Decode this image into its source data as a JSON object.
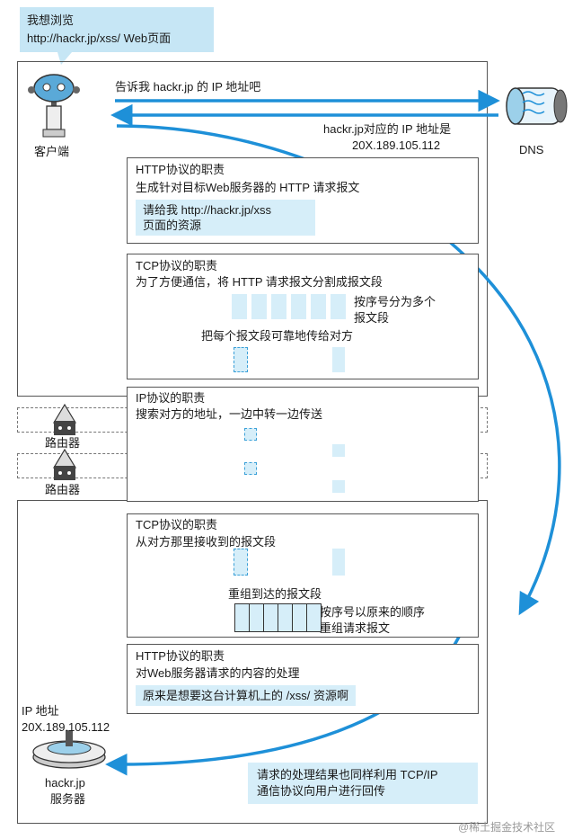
{
  "bubble": {
    "line1": "我想浏览",
    "line2": "http://hackr.jp/xss/ Web页面"
  },
  "client_label": "客户端",
  "dns_label": "DNS",
  "ask_ip": "告诉我 hackr.jp 的 IP 地址吧",
  "dns_reply": {
    "line1": "hackr.jp对应的 IP 地址是",
    "line2": "20X.189.105.112"
  },
  "http_client": {
    "title": "HTTP协议的职责",
    "desc": "生成针对目标Web服务器的 HTTP 请求报文",
    "request": {
      "line1": "请给我 http://hackr.jp/xss",
      "line2": "页面的资源"
    }
  },
  "tcp_client": {
    "title": "TCP协议的职责",
    "desc": "为了方便通信，将 HTTP 请求报文分割成报文段",
    "note": {
      "line1": "按序号分为多个",
      "line2": "报文段"
    },
    "reliable": "把每个报文段可靠地传给对方"
  },
  "ip_layer": {
    "title": "IP协议的职责",
    "desc": "搜索对方的地址，一边中转一边传送"
  },
  "router_label_1": "路由器",
  "router_label_2": "路由器",
  "tcp_server": {
    "title": "TCP协议的职责",
    "desc": "从对方那里接收到的报文段",
    "reassemble": "重组到达的报文段",
    "note": {
      "line1": "按序号以原来的顺序",
      "line2": "重组请求报文"
    }
  },
  "http_server": {
    "title": "HTTP协议的职责",
    "desc": "对Web服务器请求的内容的处理",
    "highlight": "原来是想要这台计算机上的 /xss/ 资源啊"
  },
  "server": {
    "ip_line1": "IP 地址",
    "ip_line2": "20X.189.105.112",
    "name_line1": "hackr.jp",
    "name_line2": "服务器"
  },
  "return_note": {
    "line1": "请求的处理结果也同样利用 TCP/IP",
    "line2": "通信协议向用户进行回传"
  },
  "watermark": "@稀土掘金技术社区",
  "colors": {
    "accent": "#1e90d8",
    "highlight": "#d6eef9"
  }
}
